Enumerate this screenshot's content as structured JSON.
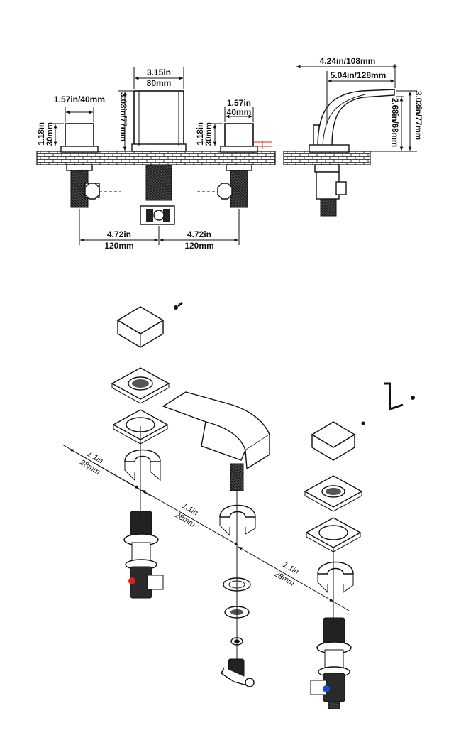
{
  "diagram": {
    "top_views": {
      "front": {
        "spout_width": [
          "3.15in",
          "80mm"
        ],
        "spout_height": "3.03in/77mm",
        "left_handle_width": "1.57in/40mm",
        "left_handle_height": [
          "1.18in",
          "30mm"
        ],
        "right_handle_width": [
          "1.57in",
          "40mm"
        ],
        "right_handle_height": [
          "1.18in",
          "30mm"
        ],
        "left_spacing": [
          "4.72in",
          "120mm"
        ],
        "right_spacing": [
          "4.72in",
          "120mm"
        ]
      },
      "side": {
        "reach_total": "4.24in/108mm",
        "spout_length": "5.04in/128mm",
        "outlet_height": "2.68in/68mm",
        "total_height": "3.03in/77mm"
      }
    },
    "exploded": {
      "dim_a": [
        "1.1in",
        "28mm"
      ],
      "dim_b": [
        "1.1in",
        "28mm"
      ],
      "dim_c": [
        "1.1in",
        "28mm"
      ]
    },
    "colors": {
      "hot_marker": "#e0201c",
      "cold_marker": "#1b4fd0",
      "line": "#111111"
    }
  }
}
